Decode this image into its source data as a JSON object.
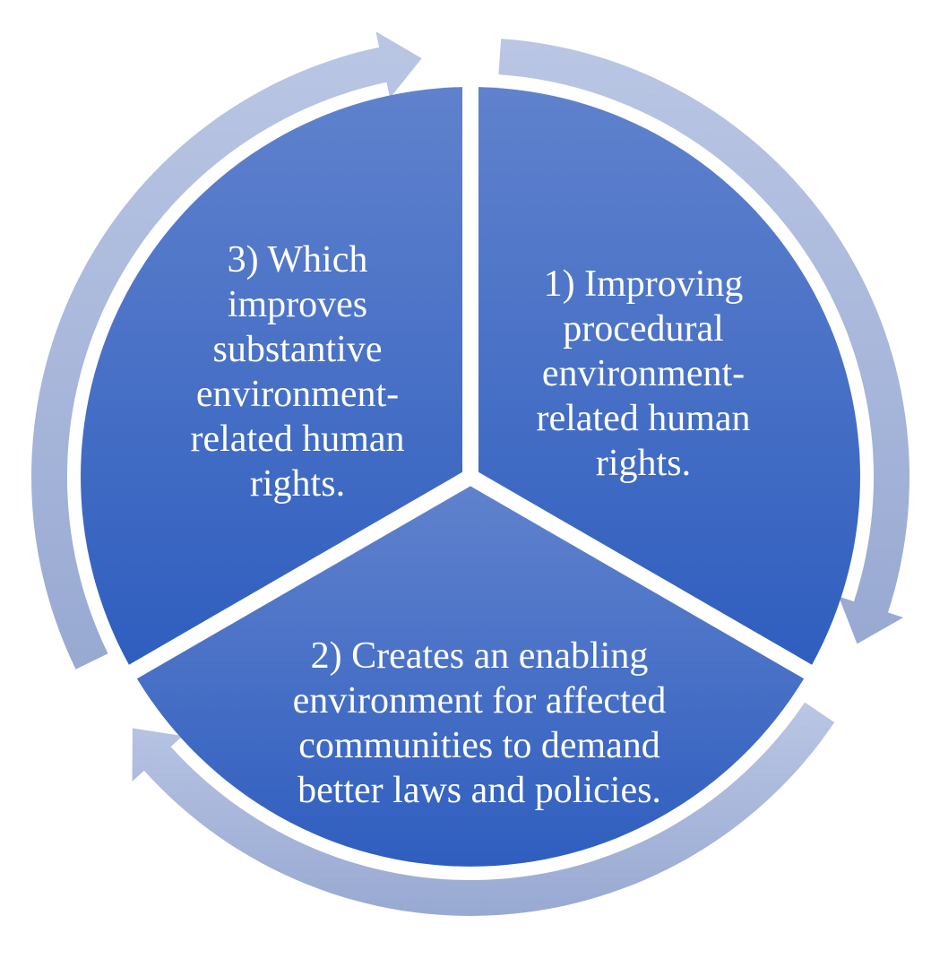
{
  "diagram": {
    "segments": [
      {
        "id": "segment-1",
        "lines": [
          "1) Improving",
          "procedural",
          "environment-",
          "related human",
          "rights."
        ]
      },
      {
        "id": "segment-2",
        "lines": [
          "2) Creates an enabling",
          "environment  for affected",
          "communities to demand",
          "better laws and policies."
        ]
      },
      {
        "id": "segment-3",
        "lines": [
          "3) Which",
          "improves",
          "substantive",
          "environment-",
          "related human",
          "rights."
        ]
      }
    ],
    "colors": {
      "segment_top": "#6082CD",
      "segment_bottom": "#2F5EBF",
      "arrow_light": "#BAC6E4",
      "arrow_dark": "#98A9D2"
    }
  }
}
